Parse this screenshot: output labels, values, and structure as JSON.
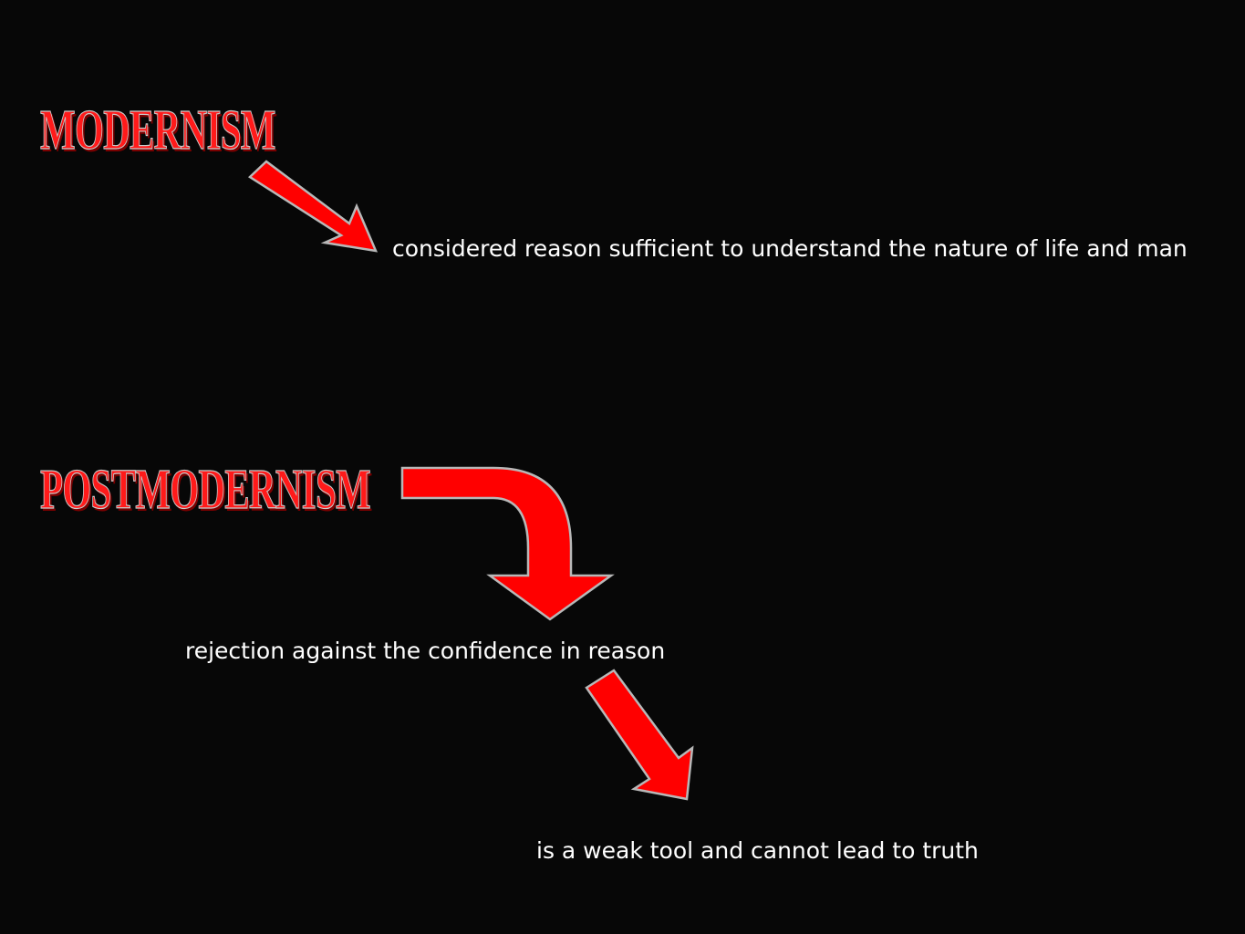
{
  "slide": {
    "background": "#070707",
    "accent_color": "#ff0000"
  },
  "sections": {
    "modernism": {
      "heading": "MODERNISM",
      "description": "considered reason sufficient to understand the nature of life and man"
    },
    "postmodernism": {
      "heading": "POSTMODERNISM",
      "description": "rejection against the confidence in reason",
      "conclusion": "is a weak tool and cannot lead to truth"
    }
  },
  "arrows": [
    {
      "name": "diagonal-arrow-icon",
      "from": "modernism",
      "to": "modernism-description"
    },
    {
      "name": "curved-arrow-icon",
      "from": "postmodernism",
      "to": "postmodernism-description"
    },
    {
      "name": "diagonal-arrow-icon",
      "from": "postmodernism-description",
      "to": "postmodernism-conclusion"
    }
  ]
}
